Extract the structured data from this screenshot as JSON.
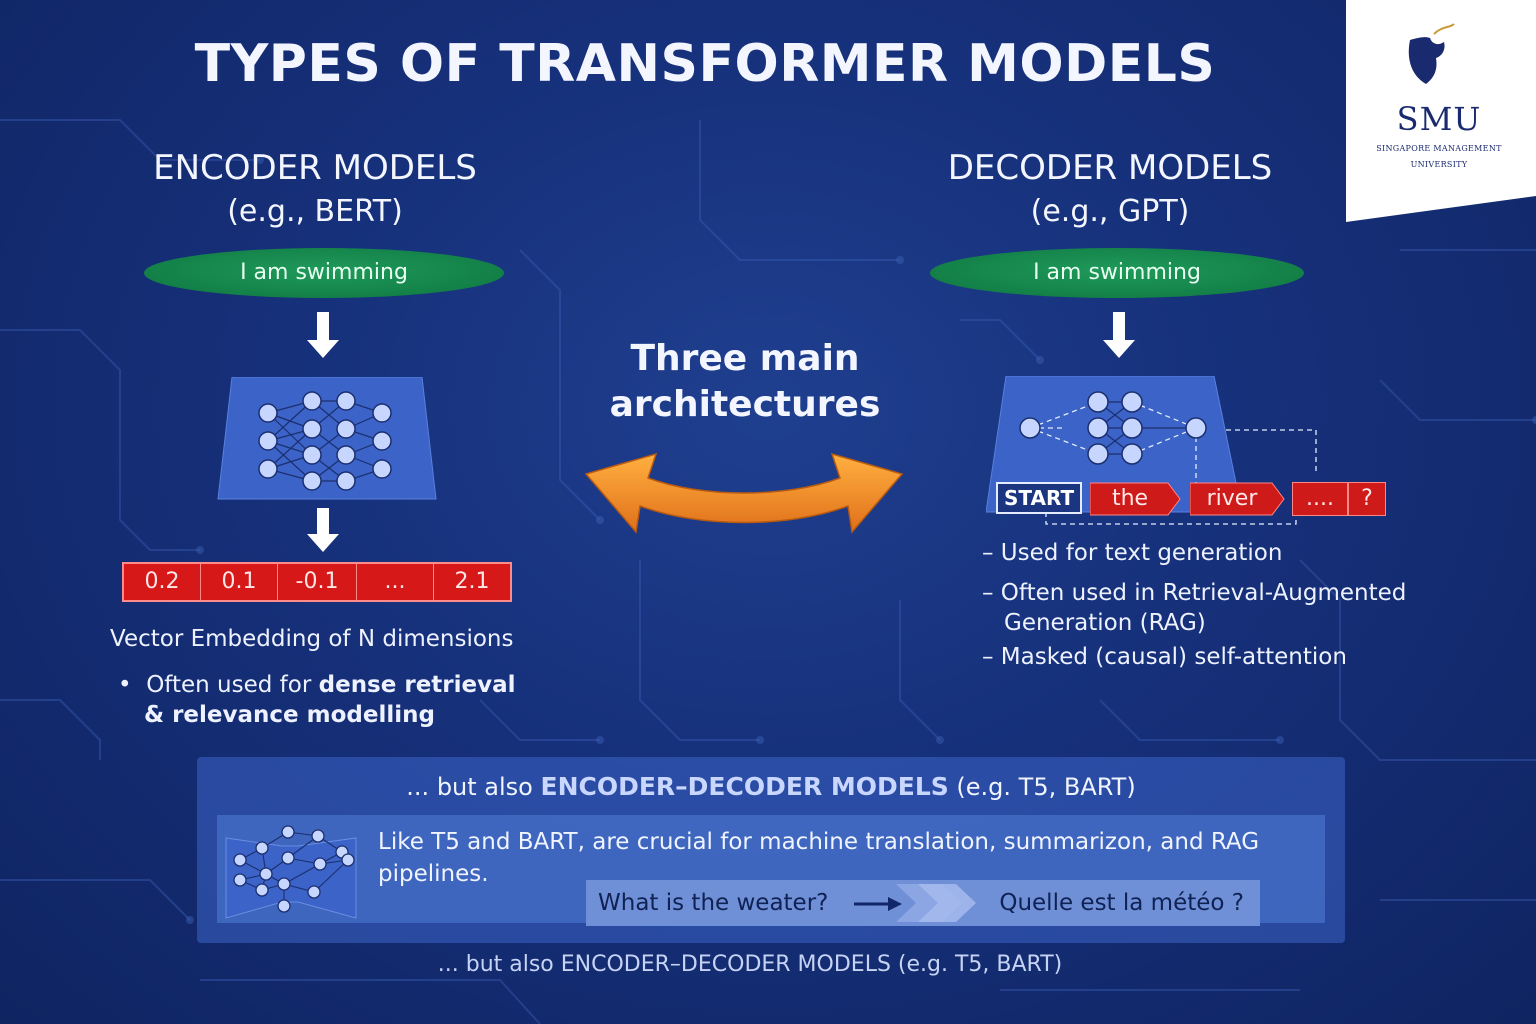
{
  "title": "TYPES OF TRANSFORMER MODELS",
  "logo": {
    "name": "SMU",
    "sub_line1": "SINGAPORE MANAGEMENT",
    "sub_line2": "UNIVERSITY"
  },
  "encoder": {
    "title": "ENCODER MODELS",
    "example": "(e.g., BERT)",
    "input": "I am swimming",
    "vector": [
      "0.2",
      "0.1",
      "-0.1",
      "...",
      "2.1"
    ],
    "caption": "Vector Embedding of N dimensions",
    "bullet_prefix": "Often used for ",
    "bullet_bold_1": "dense retrieval",
    "bullet_bold_2": "& relevance modelling"
  },
  "center": {
    "line1": "Three main",
    "line2": "architectures"
  },
  "decoder": {
    "title": "DECODER MODELS",
    "example": "(e.g., GPT)",
    "input": "I am swimming",
    "tokens": [
      "START",
      "the",
      "river",
      "....",
      "?"
    ],
    "bullets": [
      "– Used for text generation",
      "– Often used in Retrieval-Augmented",
      "Generation (RAG)",
      "– Masked (causal) self-attention"
    ]
  },
  "encdec": {
    "header_prefix": "... but also ",
    "header_bold": "ENCODER–DECODER MODELS",
    "header_suffix": " (e.g. T5, BART)",
    "body": "Like T5 and BART, are crucial for machine translation, summarizon, and RAG pipelines.",
    "translation_source": "What is the weater?",
    "translation_target": "Quelle est la météo ?"
  },
  "footer": "... but also ENCODER–DECODER MODELS (e.g. T5, BART)",
  "colors": {
    "background": "#16307a",
    "accent_green": "#138048",
    "accent_red": "#d61818",
    "accent_orange": "#f08a1c",
    "panel_blue": "#3c64c8"
  }
}
